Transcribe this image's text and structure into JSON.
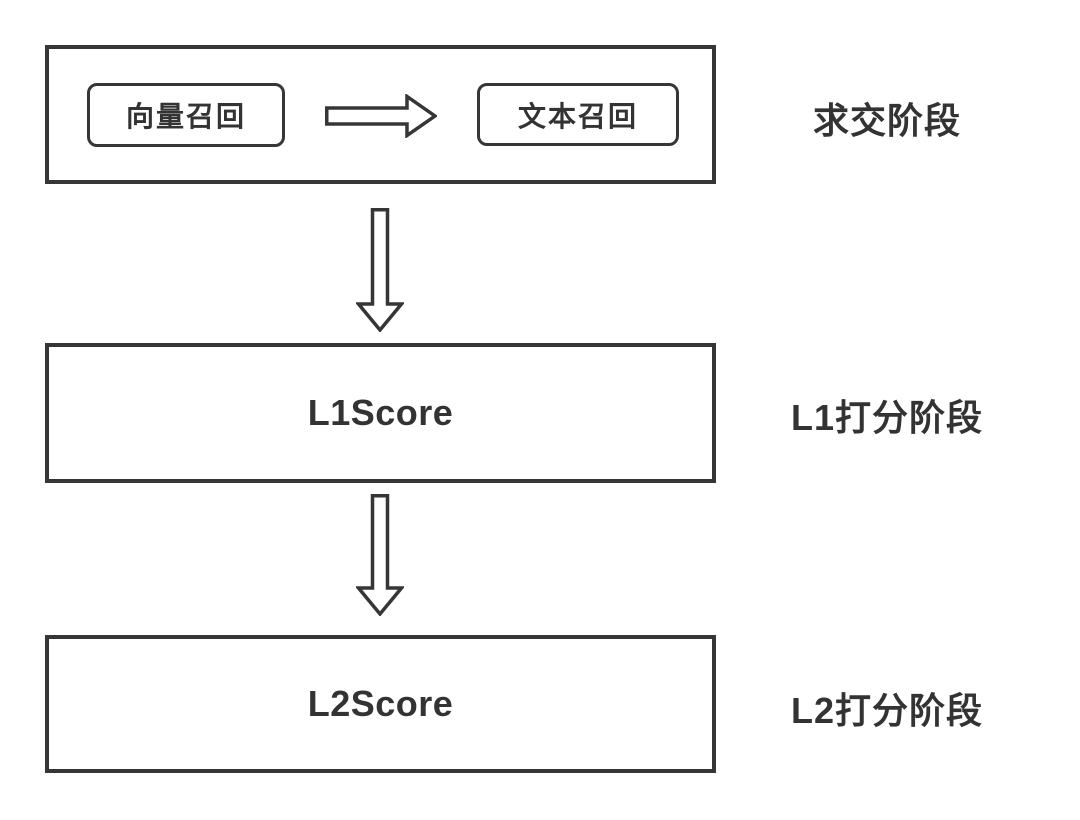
{
  "colors": {
    "line": "#363636",
    "text": "#333333",
    "bg": "#ffffff"
  },
  "diagram": {
    "stage1": {
      "box1_label": "向量召回",
      "box2_label": "文本召回",
      "stage_label": "求交阶段"
    },
    "stage2": {
      "box_label": "L1Score",
      "stage_label": "L1打分阶段"
    },
    "stage3": {
      "box_label": "L2Score",
      "stage_label": "L2打分阶段"
    },
    "icons": {
      "horizontal_arrow": "arrow-right-icon",
      "vertical_arrow_1": "arrow-down-icon",
      "vertical_arrow_2": "arrow-down-icon"
    }
  }
}
